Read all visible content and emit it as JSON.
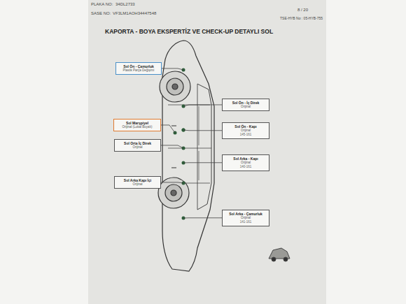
{
  "diagram": {
    "title": "KAPORTA - BOYA EKSPERTİZ VE CHECK-UP DETAYLI SOL",
    "nodes": [
      {
        "text": [
          "Sol Ön - Çamurluk",
          "Plastik Parça Değişimi"
        ]
      },
      {
        "text": [
          "Sol Ön - İç Direk",
          "Orijinal"
        ]
      },
      {
        "text": [
          "Sol Marşpiyel",
          "Orijinal (Lokal Boyalı)"
        ]
      },
      {
        "text": [
          "Sol Ön - Kapı",
          "Orijinal",
          "145-161"
        ]
      },
      {
        "text": [
          "Sol Orta İç Direk",
          "Orijinal"
        ]
      },
      {
        "text": [
          "Sol Arka - Kapı",
          "Orijinal",
          "140-161"
        ]
      },
      {
        "text": [
          "Sol Arka Kapı İçi",
          "Orijinal"
        ]
      },
      {
        "text": [
          "Sol Arka - Çamurluk",
          "Orijinal",
          "141-161"
        ]
      }
    ],
    "labels": [
      "PLAKA NO:",
      "34DL2733",
      "SASE NO:",
      "VF3LM1AOH34447548",
      "8 / 20",
      "TSE-HYB No : 05-HYB-755"
    ]
  }
}
